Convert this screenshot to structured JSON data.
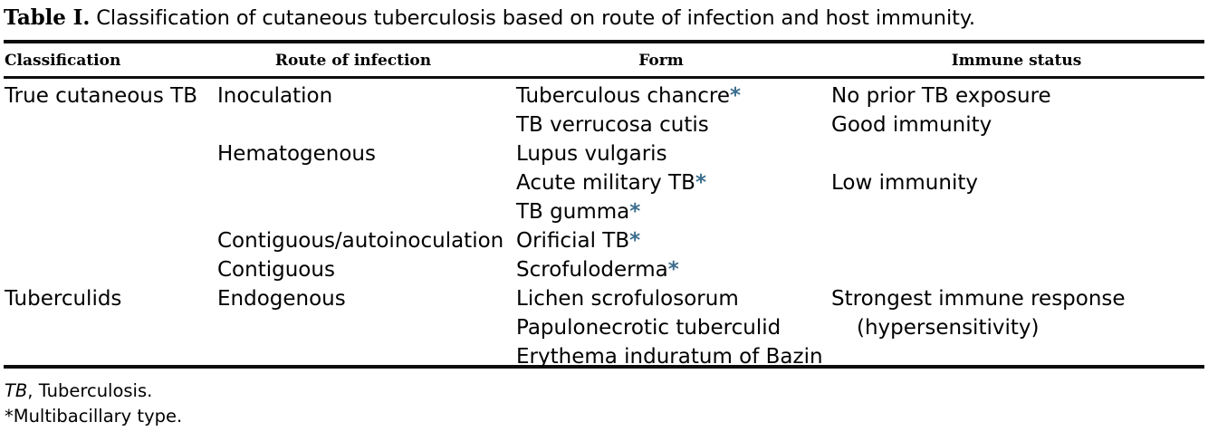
{
  "caption": {
    "label": "Table I.",
    "text": " Classification of cutaneous tuberculosis based on route of infection and host immunity."
  },
  "colors": {
    "rule": "#0d0d0d",
    "asterisk": "#3c6e8f",
    "text": "#000000",
    "background": "#ffffff"
  },
  "table": {
    "headers": {
      "classification": "Classification",
      "route": "Route of infection",
      "form": "Form",
      "immune": "Immune status"
    },
    "rows": [
      {
        "classification": "True cutaneous TB",
        "route": "Inoculation",
        "form": "Tuberculous chancre",
        "form_star": "*",
        "immune": "No prior TB exposure",
        "immune_indent": false
      },
      {
        "classification": "",
        "route": "",
        "form": "TB verrucosa cutis",
        "form_star": "",
        "immune": "Good immunity",
        "immune_indent": false
      },
      {
        "classification": "",
        "route": "Hematogenous",
        "form": "Lupus vulgaris",
        "form_star": "",
        "immune": "",
        "immune_indent": false
      },
      {
        "classification": "",
        "route": "",
        "form": "Acute military TB",
        "form_star": "*",
        "immune": "Low immunity",
        "immune_indent": false
      },
      {
        "classification": "",
        "route": "",
        "form": "TB gumma",
        "form_star": "*",
        "immune": "",
        "immune_indent": false
      },
      {
        "classification": "",
        "route": "Contiguous/autoinoculation",
        "form": "Orificial TB",
        "form_star": "*",
        "immune": "",
        "immune_indent": false
      },
      {
        "classification": "",
        "route": "Contiguous",
        "form": "Scrofuloderma",
        "form_star": "*",
        "immune": "",
        "immune_indent": false
      },
      {
        "classification": "Tuberculids",
        "route": "Endogenous",
        "form": "Lichen scrofulosorum",
        "form_star": "",
        "immune": "Strongest immune response",
        "immune_indent": false
      },
      {
        "classification": "",
        "route": "",
        "form": "Papulonecrotic tuberculid",
        "form_star": "",
        "immune": "(hypersensitivity)",
        "immune_indent": true
      },
      {
        "classification": "",
        "route": "",
        "form": "Erythema induratum of Bazin",
        "form_star": "",
        "immune": "",
        "immune_indent": false
      }
    ]
  },
  "footnotes": [
    {
      "italic": "TB",
      "rest": ", Tuberculosis."
    },
    {
      "italic": "",
      "rest": "*Multibacillary type."
    }
  ]
}
